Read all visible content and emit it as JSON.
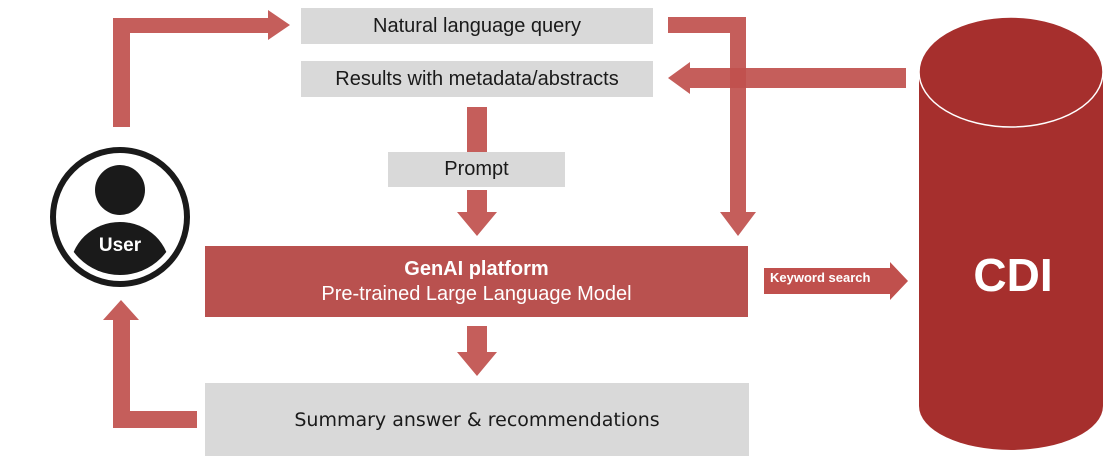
{
  "diagram": {
    "user": {
      "label": "User"
    },
    "boxes": {
      "query": "Natural language query",
      "results": "Results with metadata/abstracts",
      "prompt": "Prompt",
      "genai_title": "GenAI platform",
      "genai_subtitle": "Pre-trained Large Language Model",
      "summary": "Summary answer & recommendations"
    },
    "keyword_search": "Keyword search",
    "cdi": {
      "label": "CDI"
    },
    "colors": {
      "arrow": "#c0504d",
      "genai_fill": "#b9514f",
      "cdi_fill": "#a62f2d",
      "box_gray": "#d9d9d9"
    }
  }
}
